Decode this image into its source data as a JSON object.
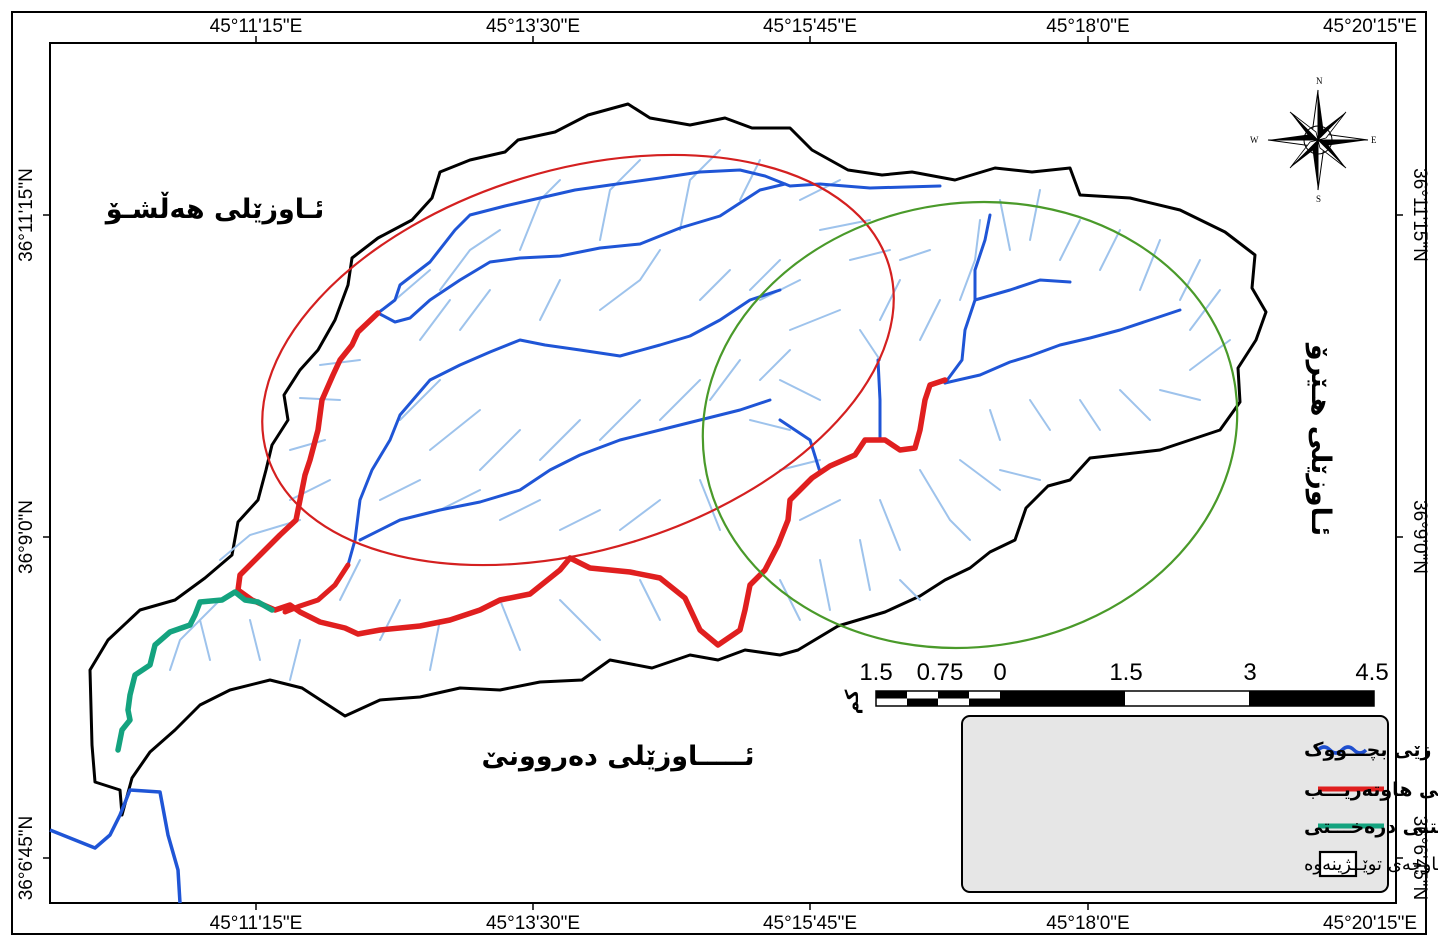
{
  "lon_labels": [
    "45°11'15\"E",
    "45°13'30\"E",
    "45°15'45\"E",
    "45°18'0\"E",
    "45°20'15\"E"
  ],
  "lat_labels": [
    "36°11'15\"N",
    "36°9'0\"N",
    "36°6'45\"N"
  ],
  "place_labels": {
    "northwest": "ئـاوزێلی هەڵشـۆ",
    "south": "ئـــــاوزێلی دەروونێ",
    "east": "ئـاوزێلی هـێرۆ"
  },
  "compass": {
    "n": "N",
    "s": "S",
    "e": "E",
    "w": "W"
  },
  "scale_bar": {
    "ticks": [
      "1.5",
      "0.75",
      "0",
      "1.5",
      "3",
      "4.5"
    ],
    "unit": "کم"
  },
  "legend": {
    "items": [
      {
        "label": "رووبــــاری زێی بچـــووک",
        "color": "#1f4fcf",
        "kind": "wave"
      },
      {
        "label": "تەرزی لەبەررۆیســــتنی هاوتەریـــب",
        "color": "#e01f1f",
        "kind": "line"
      },
      {
        "label": "تەرزی لەبەررۆیشـــتنی درەخـــتی",
        "color": "#14a37f",
        "kind": "line"
      },
      {
        "label": "نــاوچەی توێــژینەوە",
        "color": "#000000",
        "kind": "box"
      }
    ]
  },
  "colors": {
    "river": "#1f55d6",
    "tributary": "#9ec3ec",
    "parallel_pattern": "#e01f1f",
    "dendritic_pattern": "#14a37f",
    "ellipse_red": "#d42020",
    "ellipse_green": "#4a9a2a",
    "boundary": "#000000",
    "legend_bg": "#e6e6e6"
  }
}
